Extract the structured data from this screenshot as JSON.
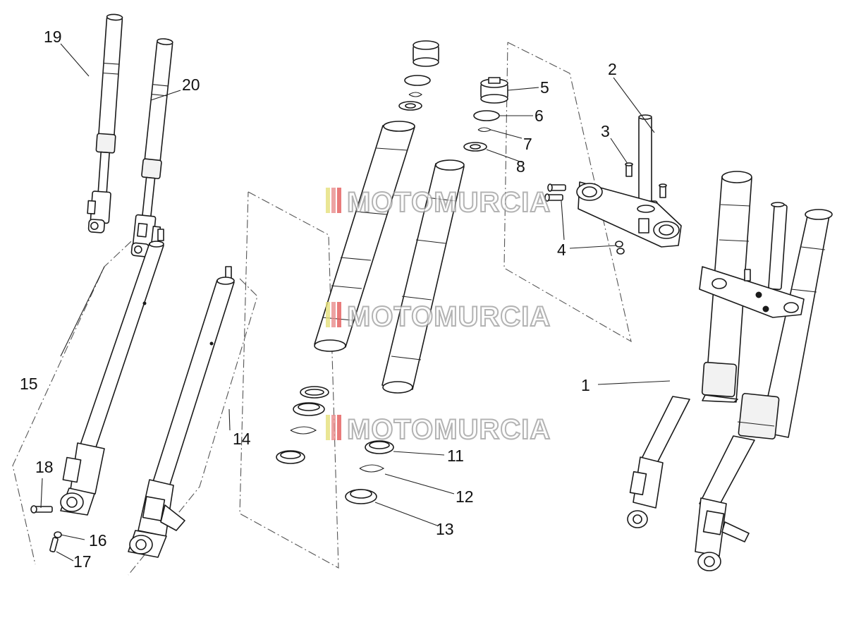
{
  "callouts": {
    "c1": "1",
    "c2": "2",
    "c3": "3",
    "c4": "4",
    "c5": "5",
    "c6": "6",
    "c7": "7",
    "c8": "8",
    "c11": "11",
    "c12": "12",
    "c13": "13",
    "c14": "14",
    "c15": "15",
    "c16": "16",
    "c17": "17",
    "c18": "18",
    "c19": "19",
    "c20": "20"
  },
  "watermark": {
    "text": "MOTOMURCIA",
    "stripe_colors": [
      "#e5e07a",
      "#e88c8c",
      "#e35a5a"
    ]
  }
}
